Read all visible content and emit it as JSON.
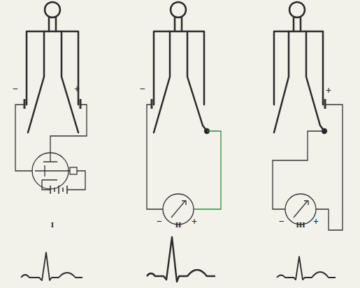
{
  "diagram": {
    "labels": [
      "−",
      "+",
      "I",
      "−",
      "−",
      "+",
      "II",
      "+",
      "−",
      "+",
      "III"
    ]
  }
}
